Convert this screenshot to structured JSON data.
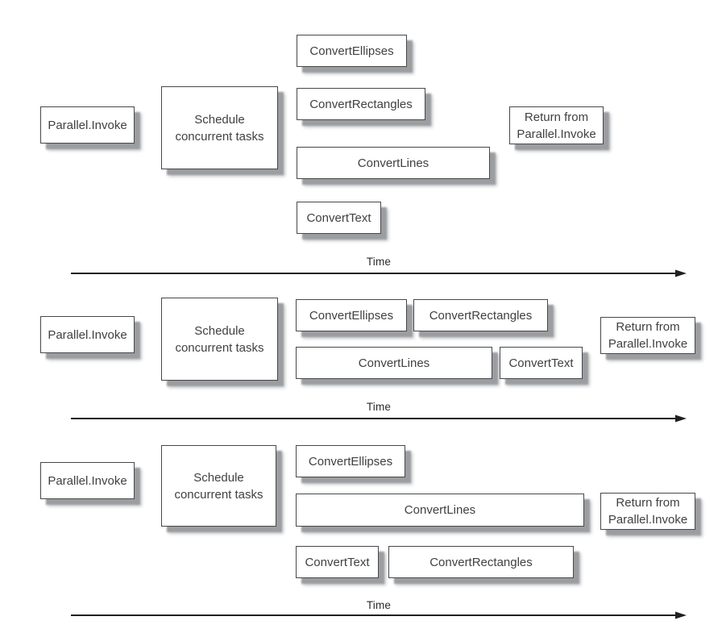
{
  "colors": {
    "box_fill": "#ffffff",
    "box_border": "#47484a",
    "box_shadow": "#9b9da0",
    "text": "#414042",
    "arrow": "#231f20"
  },
  "panels": [
    {
      "time_label": "Time",
      "boxes": [
        {
          "label": "Parallel.Invoke"
        },
        {
          "label": "Schedule concurrent tasks"
        },
        {
          "label": "ConvertEllipses"
        },
        {
          "label": "ConvertRectangles"
        },
        {
          "label": "ConvertLines"
        },
        {
          "label": "ConvertText"
        },
        {
          "label": "Return from Parallel.Invoke"
        }
      ]
    },
    {
      "time_label": "Time",
      "boxes": [
        {
          "label": "Parallel.Invoke"
        },
        {
          "label": "Schedule concurrent tasks"
        },
        {
          "label": "ConvertEllipses"
        },
        {
          "label": "ConvertRectangles"
        },
        {
          "label": "ConvertLines"
        },
        {
          "label": "ConvertText"
        },
        {
          "label": "Return from Parallel.Invoke"
        }
      ]
    },
    {
      "time_label": "Time",
      "boxes": [
        {
          "label": "Parallel.Invoke"
        },
        {
          "label": "Schedule concurrent tasks"
        },
        {
          "label": "ConvertEllipses"
        },
        {
          "label": "ConvertLines"
        },
        {
          "label": "ConvertText"
        },
        {
          "label": "ConvertRectangles"
        },
        {
          "label": "Return from Parallel.Invoke"
        }
      ]
    }
  ]
}
